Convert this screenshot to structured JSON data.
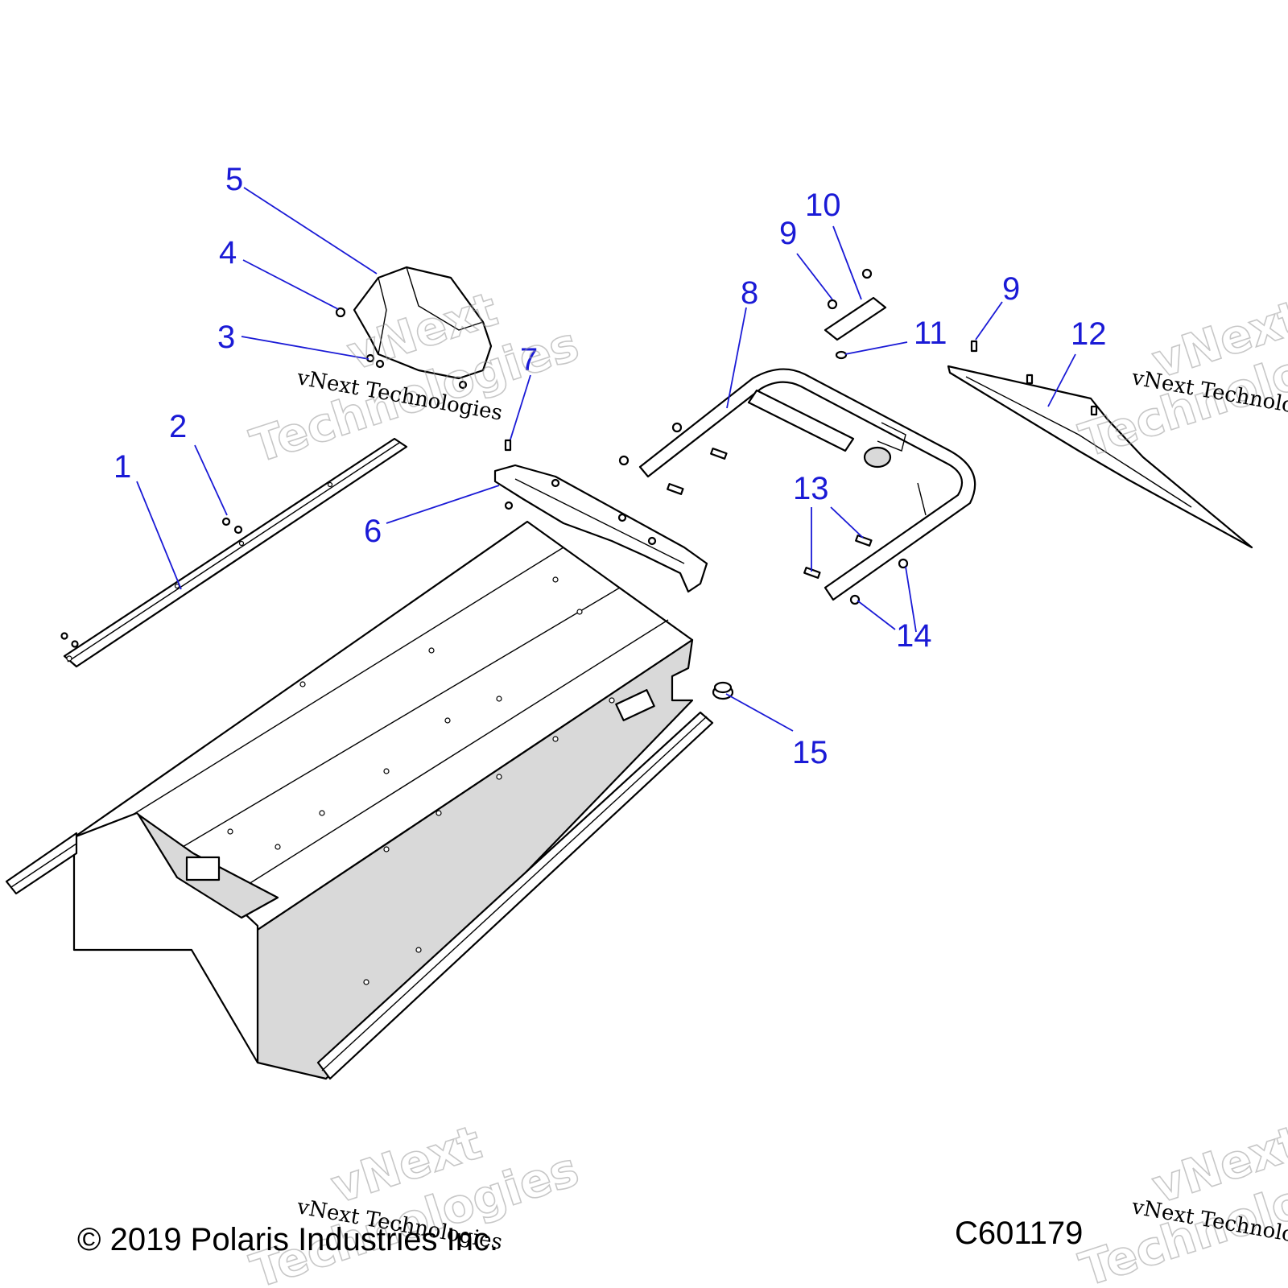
{
  "callouts": [
    {
      "id": "1",
      "label": "1"
    },
    {
      "id": "2",
      "label": "2"
    },
    {
      "id": "3",
      "label": "3"
    },
    {
      "id": "4",
      "label": "4"
    },
    {
      "id": "5",
      "label": "5"
    },
    {
      "id": "6",
      "label": "6"
    },
    {
      "id": "7",
      "label": "7"
    },
    {
      "id": "8",
      "label": "8"
    },
    {
      "id": "9a",
      "label": "9"
    },
    {
      "id": "9b",
      "label": "9"
    },
    {
      "id": "10",
      "label": "10"
    },
    {
      "id": "11",
      "label": "11"
    },
    {
      "id": "12",
      "label": "12"
    },
    {
      "id": "13",
      "label": "13"
    },
    {
      "id": "14",
      "label": "14"
    },
    {
      "id": "15",
      "label": "15"
    }
  ],
  "footer": {
    "copyright": "© 2019 Polaris Industries Inc.",
    "drawing_number": "C601179"
  },
  "watermark": {
    "small": "vNext Technologies",
    "large_1": "vNext",
    "large_2": "Technologies"
  },
  "colors": {
    "callout": "#1a1ad6",
    "line": "#000000",
    "panel_shade": "#d9d9d9"
  }
}
